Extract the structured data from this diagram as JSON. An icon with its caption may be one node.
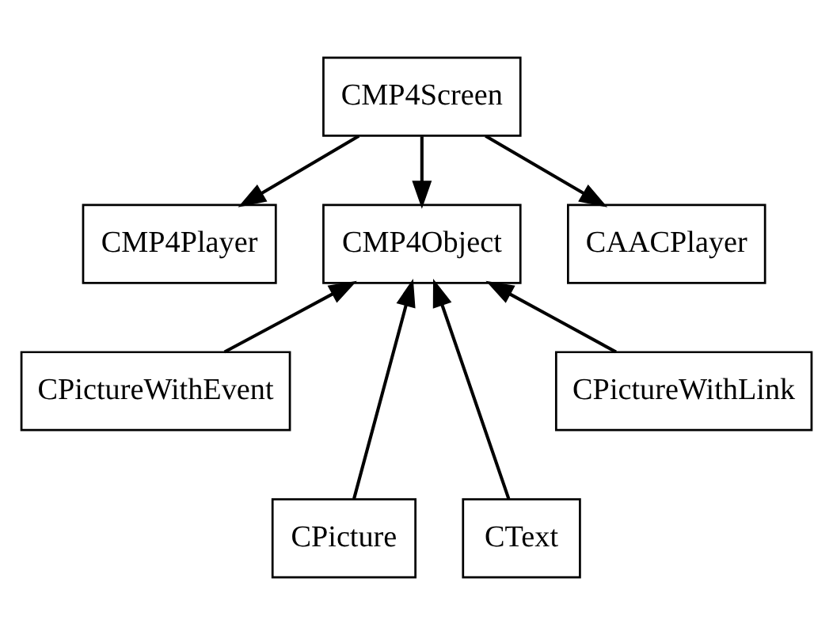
{
  "diagram": {
    "nodes": [
      {
        "text": [
          "CMP4Screen"
        ]
      },
      {
        "text": [
          "CMP4Player"
        ]
      },
      {
        "text": [
          "CAACPlayer"
        ]
      },
      {
        "text": [
          "CMP4Object"
        ]
      },
      {
        "text": [
          "CPictureWithEvent"
        ]
      },
      {
        "text": [
          "CPictureWithLink"
        ]
      },
      {
        "text": [
          "CPicture"
        ]
      },
      {
        "text": [
          "CText"
        ]
      }
    ],
    "edges": [
      {
        "from": 0,
        "to": 1,
        "arrow": "to"
      },
      {
        "from": 0,
        "to": 3,
        "arrow": "to"
      },
      {
        "from": 0,
        "to": 2,
        "arrow": "to"
      },
      {
        "from": 4,
        "to": 3,
        "arrow": "to"
      },
      {
        "from": 6,
        "to": 3,
        "arrow": "to"
      },
      {
        "from": 7,
        "to": 3,
        "arrow": "to"
      },
      {
        "from": 5,
        "to": 3,
        "arrow": "to"
      }
    ]
  }
}
